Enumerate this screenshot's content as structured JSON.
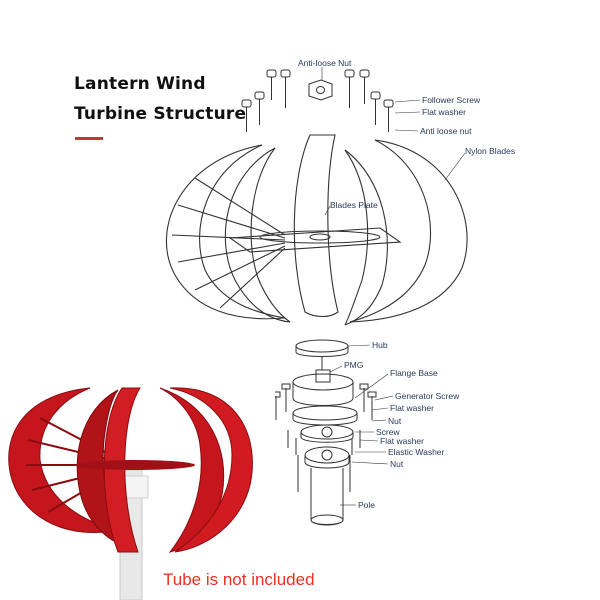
{
  "title": {
    "line1": "Lantern Wind",
    "line2": "Turbine Structure"
  },
  "labels": {
    "anti_loose_nut_top": "Anti-loose Nut",
    "follower_screw": "Follower Screw",
    "flat_washer_top": "Flat washer",
    "anti_loose_nut_right": "Anti loose nut",
    "nylon_blades": "Nylon Blades",
    "blades_plate": "Blades Plate",
    "hub": "Hub",
    "pmg": "PMG",
    "flange_base": "Flange Base",
    "generator_screw": "Generator Screw",
    "flat_washer_mid": "Flat washer",
    "nut_mid": "Nut",
    "screw": "Screw",
    "flat_washer_low": "Flat washer",
    "elastic_washer": "Elastic Washer",
    "nut_low": "Nut",
    "pole": "Pole"
  },
  "note": "Tube is not included",
  "colors": {
    "accent": "#c0392b",
    "note": "#ee3024",
    "turbine_red": "#c4161c",
    "line": "#333333"
  }
}
